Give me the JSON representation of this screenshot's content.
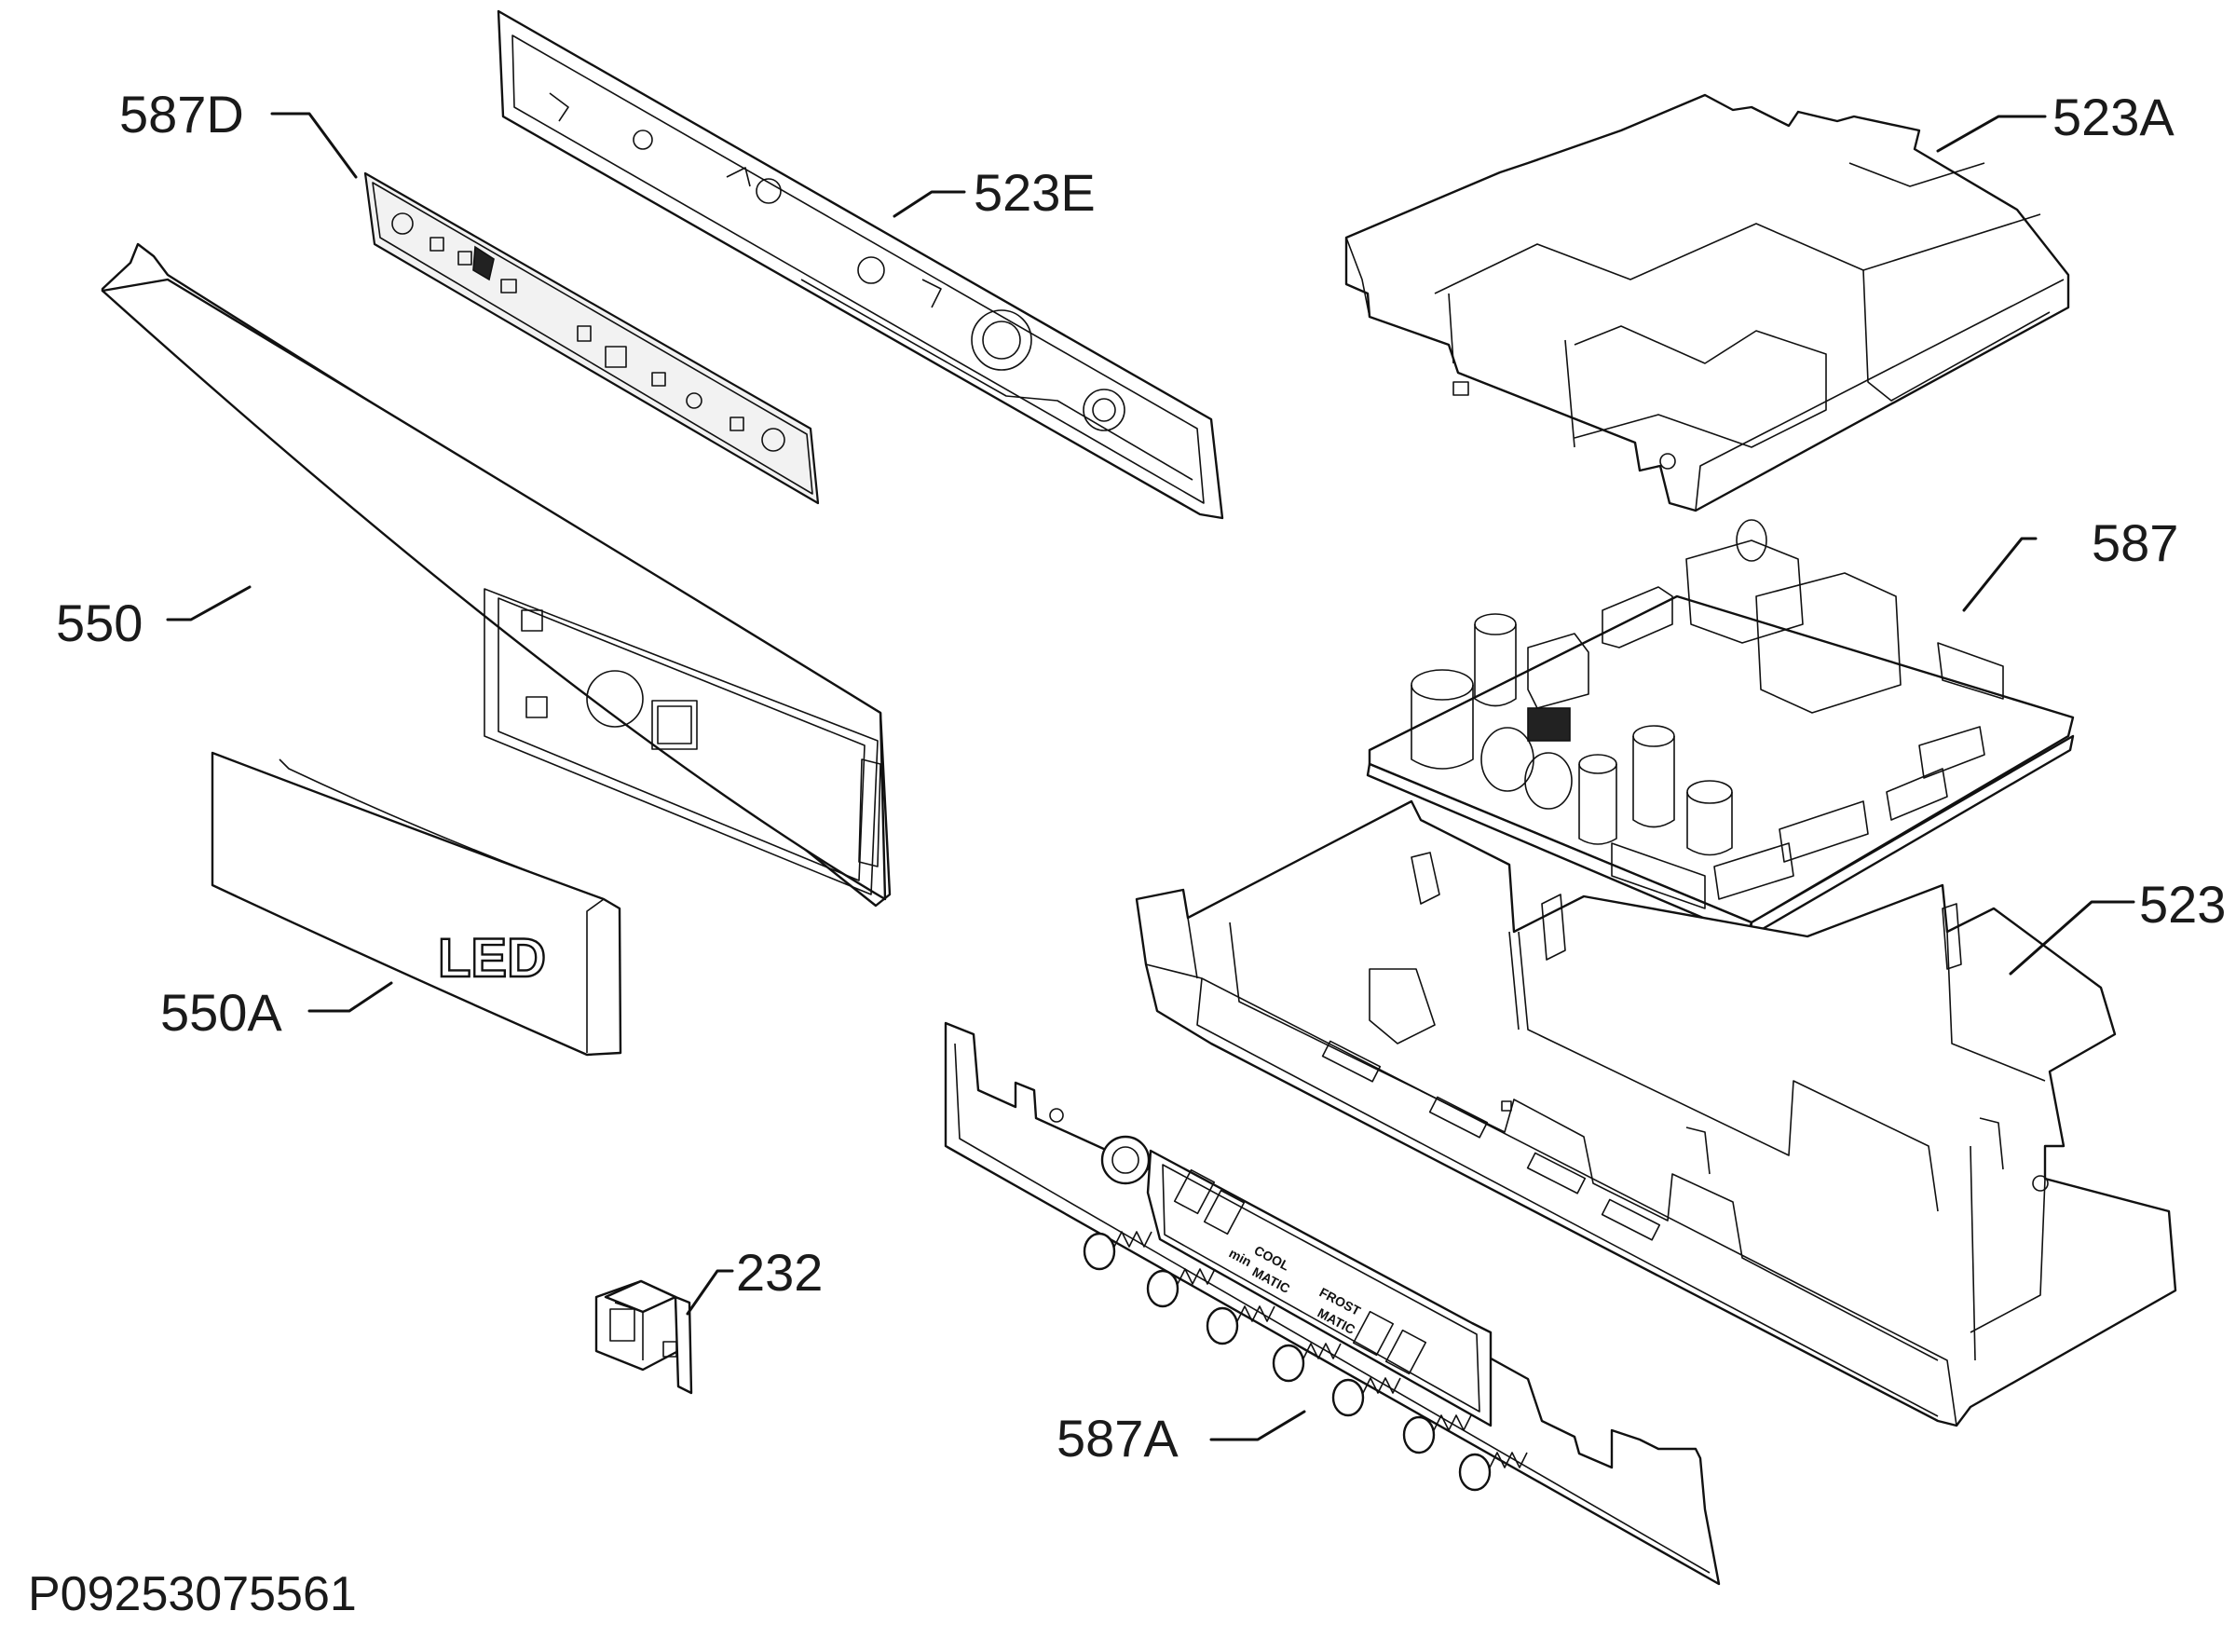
{
  "drawing_id": "P09253075561",
  "callouts": [
    {
      "id": "587D",
      "label": "587D"
    },
    {
      "id": "523E",
      "label": "523E"
    },
    {
      "id": "523A",
      "label": "523A"
    },
    {
      "id": "587",
      "label": "587"
    },
    {
      "id": "550",
      "label": "550"
    },
    {
      "id": "523",
      "label": "523"
    },
    {
      "id": "550A",
      "label": "550A"
    },
    {
      "id": "232",
      "label": "232"
    },
    {
      "id": "587A",
      "label": "587A"
    }
  ],
  "cover_marking": "LED",
  "panel_markings": {
    "cool": "COOL",
    "frost": "FROST",
    "matic": "MATIC",
    "min": "min"
  }
}
